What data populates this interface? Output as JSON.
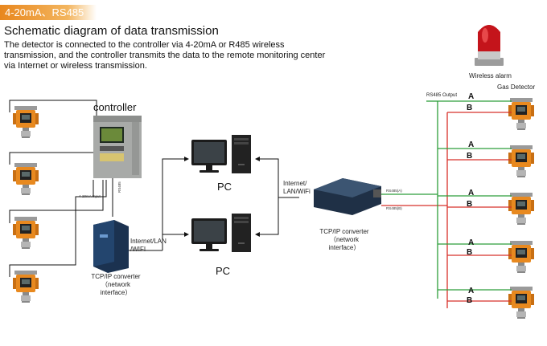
{
  "header": {
    "tag": "4-20mA、RS485",
    "title": "Schematic diagram of data transmission",
    "description": "The detector is connected to the controller via 4-20mA or R485 wireless transmission, and the controller transmits the data to the remote monitoring center via Internet or wireless transmission."
  },
  "labels": {
    "controller": "controller",
    "pc_top": "PC",
    "pc_bottom": "PC",
    "wireless_alarm": "Wireless alarm",
    "gas_detector": "Gas Detector",
    "rs485_output": "RS485 Output",
    "converter_left": "TCP/IP converter\n（network\ninterface）",
    "converter_right": "TCP/IP converter\n（network\ninterface）",
    "link_left": "Internet/LAN\n/WIFI",
    "link_right": "Internet/\nLAN/WiFi",
    "rs485a": "RS485(A)",
    "rs485b": "RS485(B)",
    "detect_input": "4-20mA Input",
    "rs485_vertical": "RS485"
  },
  "ab_markers": [
    {
      "a": "A",
      "b": "B"
    },
    {
      "a": "A",
      "b": "B"
    },
    {
      "a": "A",
      "b": "B"
    },
    {
      "a": "A",
      "b": "B"
    },
    {
      "a": "A",
      "b": "B"
    }
  ],
  "colors": {
    "accent": "#e8871e",
    "detector": "#e8891f",
    "wire_green": "#2c9e3a",
    "wire_red": "#d8312a",
    "wire_black": "#111111"
  }
}
